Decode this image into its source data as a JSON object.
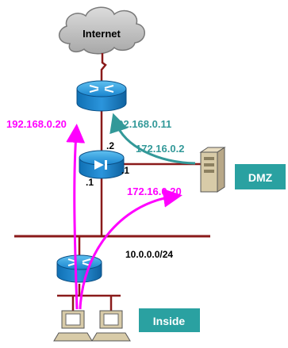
{
  "internet_label": "Internet",
  "addresses": {
    "nat_inside": "192.168.0.20",
    "nat_outside": "192.168.0.11",
    "dmz_server": "172.16.0.2",
    "inside_global": "172.16.0.20",
    "firewall_outside_octet": ".2",
    "firewall_dmz_octet": ".1",
    "firewall_inside_octet": ".1",
    "inside_network": "10.0.0.0/24"
  },
  "zones": {
    "dmz": "DMZ",
    "inside": "Inside"
  },
  "colors": {
    "magenta": "#ff00ff",
    "teal": "#339999",
    "device_blue": "#1a8fd8",
    "zone_box": "#2aa1a1",
    "cable": "#8a1a1a"
  }
}
